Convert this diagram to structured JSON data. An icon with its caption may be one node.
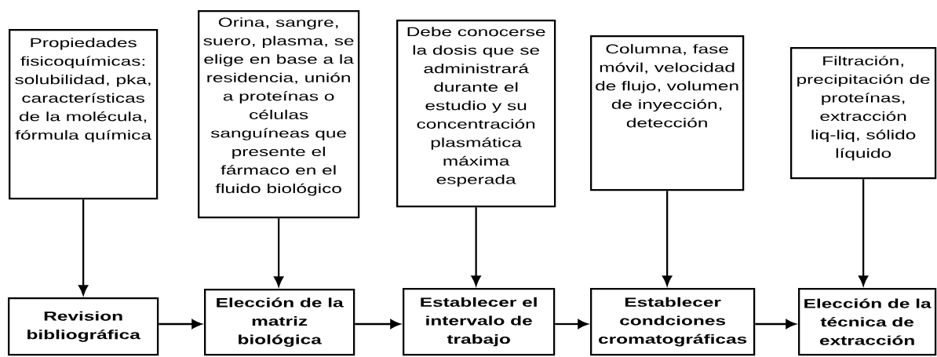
{
  "diagram": {
    "nodes": [
      {
        "text": [
          "Propiedades fisicoquímicas: solubilidad, pka, características de la molécula, fórmula química"
        ]
      },
      {
        "text": [
          "Orina, sangre, suero, plasma, se elige en base a la residencia, unión a proteínas o células sanguíneas que presente el fármaco en el fluido biológico"
        ]
      },
      {
        "text": [
          "Debe conocerse la dosis que se administrará durante el estudio y su concentración plasmática máxima esperada"
        ]
      },
      {
        "text": [
          "Columna, fase móvil, velocidad de flujo, volumen de inyección, detección"
        ]
      },
      {
        "text": [
          "Filtración, precipitación de proteínas, extracción liq-liq, sólido líquido"
        ]
      },
      {
        "text": [
          "Revision bibliográfica"
        ]
      },
      {
        "text": [
          "Elección de la matriz biológica"
        ]
      },
      {
        "text": [
          "Establecer el intervalo de trabajo"
        ]
      },
      {
        "text": [
          "Establecer condciones cromatográficas"
        ]
      },
      {
        "text": [
          "Elección de la técnica de extracción"
        ]
      }
    ],
    "edges": [
      {
        "from": 0,
        "to": 5,
        "arrow": "to"
      },
      {
        "from": 1,
        "to": 6,
        "arrow": "to"
      },
      {
        "from": 2,
        "to": 7,
        "arrow": "to"
      },
      {
        "from": 3,
        "to": 8,
        "arrow": "to"
      },
      {
        "from": 4,
        "to": 9,
        "arrow": "to"
      },
      {
        "from": 5,
        "to": 6,
        "arrow": "to"
      },
      {
        "from": 6,
        "to": 7,
        "arrow": "to"
      },
      {
        "from": 7,
        "to": 8,
        "arrow": "to"
      },
      {
        "from": 8,
        "to": 9,
        "arrow": "to"
      }
    ]
  }
}
